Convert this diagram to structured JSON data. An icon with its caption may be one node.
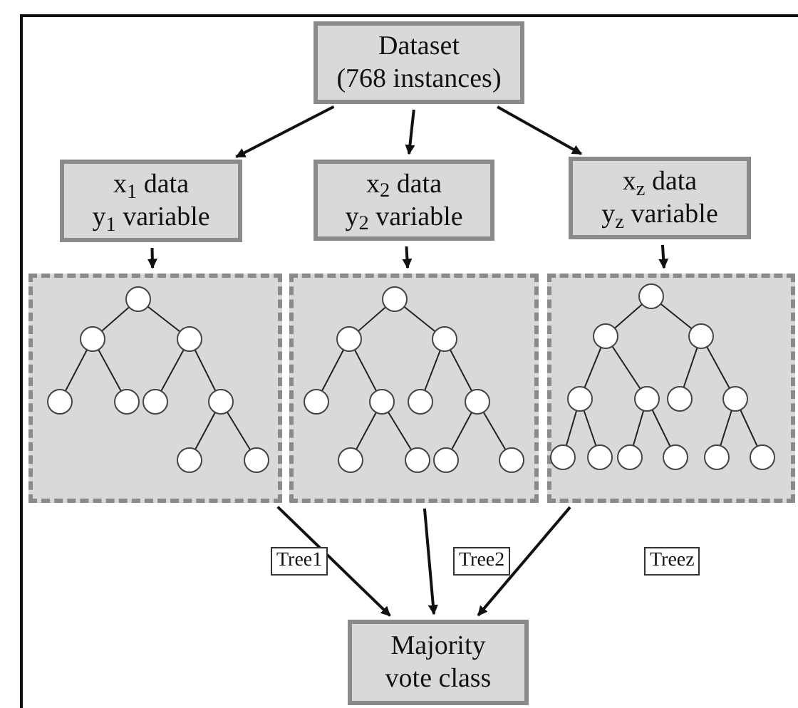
{
  "diagram": {
    "nodes": [
      {
        "text": [
          "Dataset",
          "(768 instances)"
        ]
      },
      {
        "text": [
          "x$_{1}$ data",
          "y$_{1}$ variable"
        ]
      },
      {
        "text": [
          "x$_{2}$ data",
          "y$_{2}$ variable"
        ]
      },
      {
        "text": [
          "x$_{z}$ data",
          "y$_{z}$ variable"
        ]
      },
      {
        "text": [],
        "shape": "picture"
      },
      {
        "text": [],
        "shape": "picture"
      },
      {
        "text": [],
        "shape": "picture"
      },
      {
        "text": [
          "Majority vote class"
        ]
      }
    ],
    "edges": [
      {
        "from": 0,
        "to": 1,
        "arrow": "to"
      },
      {
        "from": 0,
        "to": 2,
        "arrow": "to"
      },
      {
        "from": 0,
        "to": 3,
        "arrow": "to"
      },
      {
        "from": 1,
        "to": 4,
        "arrow": "to"
      },
      {
        "from": 2,
        "to": 5,
        "arrow": "to"
      },
      {
        "from": 3,
        "to": 6,
        "arrow": "to"
      },
      {
        "from": 4,
        "to": 7,
        "label": "Tree1",
        "arrow": "to"
      },
      {
        "from": 5,
        "to": 7,
        "label": "Tree2",
        "arrow": "to"
      },
      {
        "from": 6,
        "to": 7,
        "label": "Treez",
        "arrow": "to"
      }
    ]
  }
}
